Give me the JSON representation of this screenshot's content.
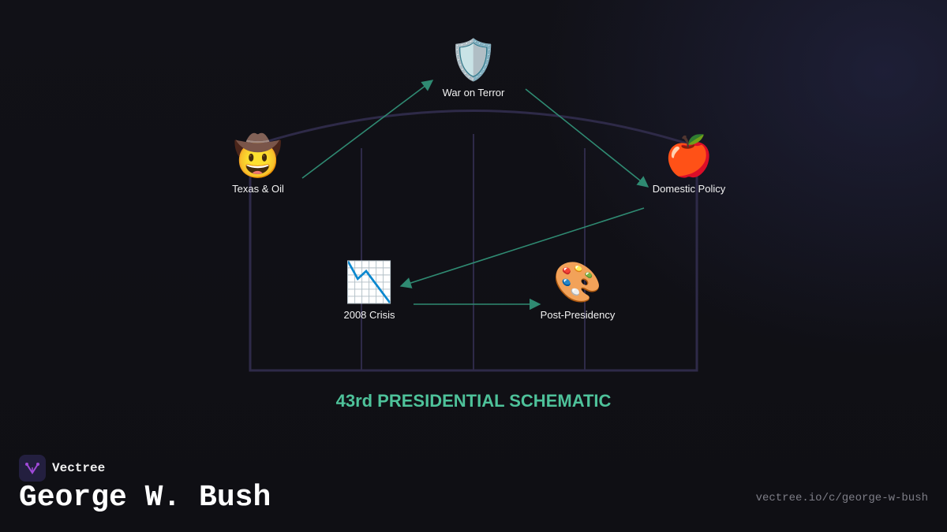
{
  "diagram": {
    "nodes": [
      {
        "id": "war",
        "emoji": "🛡️",
        "icon": "shield-icon",
        "label": "War on Terror"
      },
      {
        "id": "texas",
        "emoji": "🤠",
        "icon": "cowboy-face-icon",
        "label": "Texas & Oil"
      },
      {
        "id": "domestic",
        "emoji": "🍎",
        "icon": "apple-icon",
        "label": "Domestic Policy"
      },
      {
        "id": "crisis",
        "emoji": "📉",
        "icon": "chart-decreasing-icon",
        "label": "2008 Crisis"
      },
      {
        "id": "post",
        "emoji": "🎨",
        "icon": "artist-palette-icon",
        "label": "Post-Presidency"
      }
    ],
    "edges": [
      {
        "from": "texas",
        "to": "war"
      },
      {
        "from": "war",
        "to": "domestic"
      },
      {
        "from": "domestic",
        "to": "crisis"
      },
      {
        "from": "crisis",
        "to": "post"
      }
    ],
    "colors": {
      "edge": "#2f8a72",
      "frame": "#2e2a48",
      "caption": "#4ec29a"
    }
  },
  "caption": "43rd PRESIDENTIAL SCHEMATIC",
  "brand": {
    "name": "Vectree",
    "logo_color": "#a04ad8"
  },
  "title": "George W. Bush",
  "url": "vectree.io/c/george-w-bush"
}
